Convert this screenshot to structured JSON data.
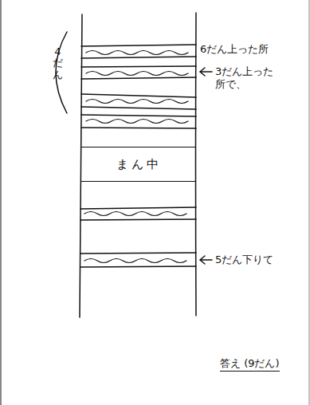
{
  "diagram": {
    "nodes": [
      {
        "text": [
          "まん中"
        ]
      }
    ],
    "labels": [
      "6だん上った所",
      "3だん上った 所で、",
      "4だん",
      "5だん下りて",
      "答え (9だん)"
    ]
  }
}
